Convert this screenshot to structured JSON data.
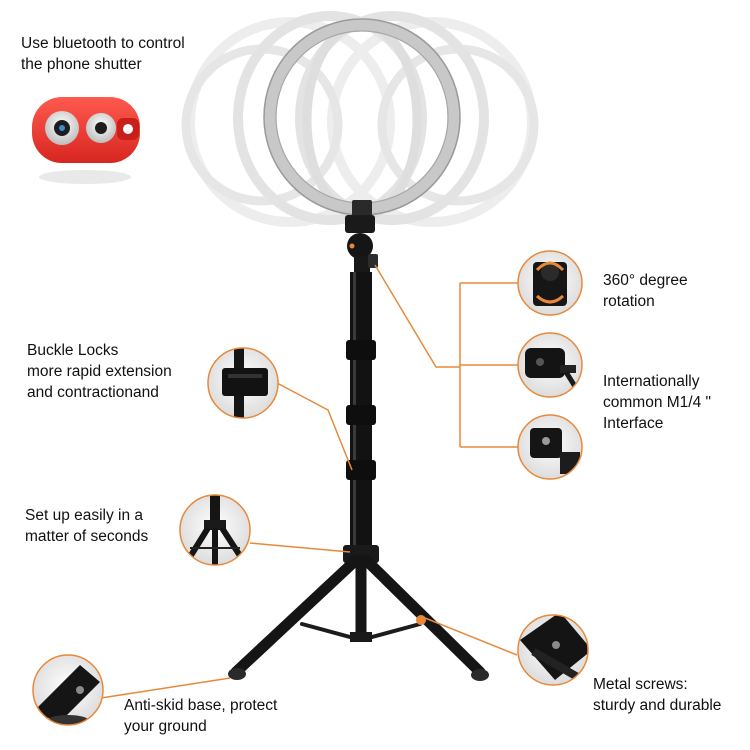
{
  "labels": {
    "bluetooth": {
      "line1": "Use bluetooth to control",
      "line2": "the phone shutter"
    },
    "buckle": {
      "line1": "Buckle Locks",
      "line2": "more rapid extension",
      "line3": "and contractionand"
    },
    "setup": {
      "line1": "Set up easily in a",
      "line2": "matter of seconds"
    },
    "rotation": {
      "line1": "360° degree",
      "line2": "rotation"
    },
    "interface": {
      "line1": "Internationally",
      "line2": "common M1/4 \"",
      "line3": "Interface"
    },
    "base": {
      "line1": "Anti-skid base, protect",
      "line2": "your ground"
    },
    "screws": {
      "line1": "Metal screws:",
      "line2": "sturdy and durable"
    }
  },
  "colors": {
    "accent": "#e8893a",
    "remote": "#e8322e",
    "metal": "#121212"
  }
}
